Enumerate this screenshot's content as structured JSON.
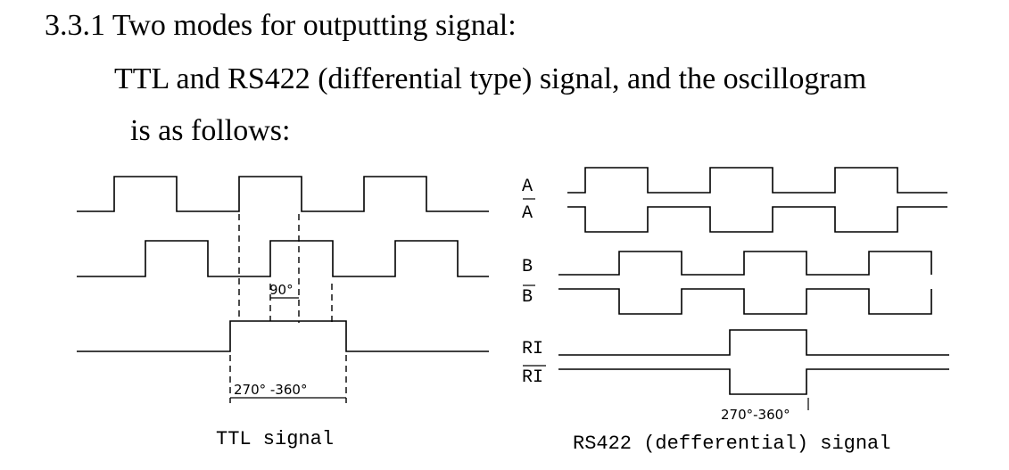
{
  "heading": {
    "title": "3.3.1 Two modes for outputting signal:",
    "line1": "TTL and RS422 (differential type) signal, and the oscillogram",
    "line2": "is as follows:"
  },
  "ttl": {
    "caption": "TTL signal",
    "phase_label": "90°",
    "width_label": "270° -360°"
  },
  "rs422": {
    "caption": "RS422 (defferential) signal",
    "width_label": "270°-360°",
    "labels": {
      "a": "A",
      "a_bar": "A",
      "b": "B",
      "b_bar": "B",
      "ri": "RI",
      "ri_bar": "RI"
    }
  }
}
